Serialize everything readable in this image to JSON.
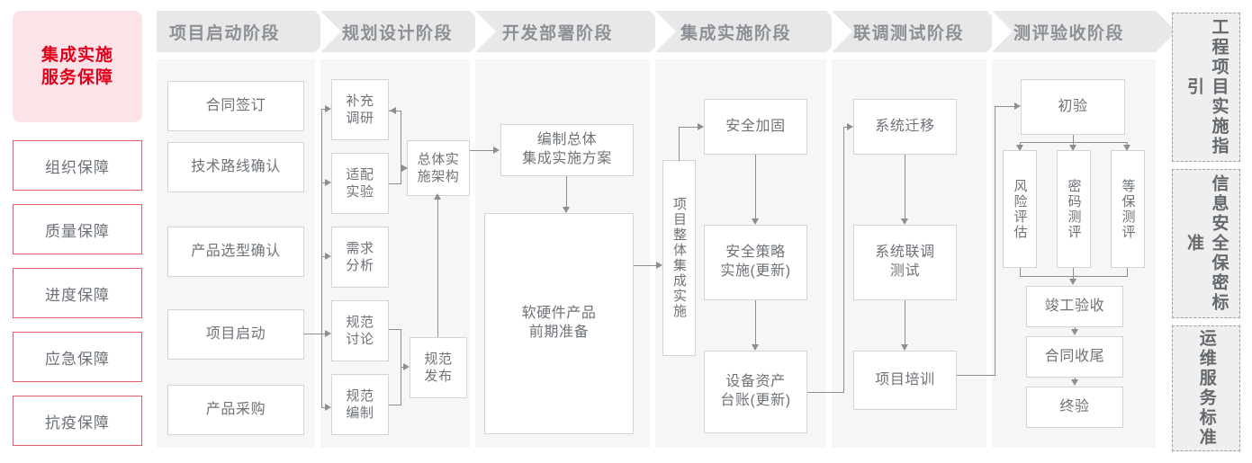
{
  "brand": {
    "title_line1": "集成实施",
    "title_line2": "服务保障",
    "accent": "#e3001b",
    "bg": "#fbe3e7"
  },
  "guarantees": [
    {
      "label": "组织保障"
    },
    {
      "label": "质量保障"
    },
    {
      "label": "进度保障"
    },
    {
      "label": "应急保障"
    },
    {
      "label": "抗疫保障"
    }
  ],
  "stages": [
    {
      "id": "initiation",
      "title": "项目启动阶段",
      "nodes": [
        {
          "id": "contract-signing",
          "label": "合同签订"
        },
        {
          "id": "tech-route-confirm",
          "label": "技术路线确认"
        },
        {
          "id": "product-selection-confirm",
          "label": "产品选型确认"
        },
        {
          "id": "project-kickoff",
          "label": "项目启动"
        },
        {
          "id": "product-procurement",
          "label": "产品采购"
        }
      ]
    },
    {
      "id": "planning-design",
      "title": "规划设计阶段",
      "nodes": [
        {
          "id": "supplementary-research",
          "label": "补充\n调研"
        },
        {
          "id": "adaptation-experiment",
          "label": "适配\n实验"
        },
        {
          "id": "requirement-analysis",
          "label": "需求\n分析"
        },
        {
          "id": "spec-discussion",
          "label": "规范\n讨论"
        },
        {
          "id": "spec-drafting",
          "label": "规范\n编制"
        },
        {
          "id": "overall-architecture",
          "label": "总体实\n施架构"
        },
        {
          "id": "spec-release",
          "label": "规范\n发布"
        }
      ]
    },
    {
      "id": "development-deployment",
      "title": "开发部署阶段",
      "nodes": [
        {
          "id": "compile-overall-plan",
          "label": "编制总体\n集成实施方案"
        },
        {
          "id": "hw-sw-preparation",
          "label": "软硬件产品\n前期准备"
        }
      ]
    },
    {
      "id": "integration-implementation",
      "title": "集成实施阶段",
      "nodes": [
        {
          "id": "overall-integration",
          "label": "项目整体集成实施"
        },
        {
          "id": "security-hardening",
          "label": "安全加固"
        },
        {
          "id": "security-policy-update",
          "label": "安全策略\n实施(更新)"
        },
        {
          "id": "asset-ledger-update",
          "label": "设备资产\n台账(更新)"
        }
      ]
    },
    {
      "id": "joint-debug-test",
      "title": "联调测试阶段",
      "nodes": [
        {
          "id": "system-migration",
          "label": "系统迁移"
        },
        {
          "id": "joint-debug-testing",
          "label": "系统联调\n测试"
        },
        {
          "id": "project-training",
          "label": "项目培训"
        }
      ]
    },
    {
      "id": "evaluation-acceptance",
      "title": "测评验收阶段",
      "nodes": [
        {
          "id": "preliminary-acceptance",
          "label": "初验"
        },
        {
          "id": "risk-assessment",
          "label": "风险评估"
        },
        {
          "id": "crypto-evaluation",
          "label": "密码测评"
        },
        {
          "id": "mlps-evaluation",
          "label": "等保测评"
        },
        {
          "id": "completion-acceptance",
          "label": "竣工验收"
        },
        {
          "id": "contract-closeout",
          "label": "合同收尾"
        },
        {
          "id": "final-acceptance",
          "label": "终验"
        }
      ]
    }
  ],
  "standards": [
    {
      "id": "engineering-guideline",
      "label": "工程项目实施指引"
    },
    {
      "id": "infosec-standard",
      "label": "信息安全保密标准"
    },
    {
      "id": "om-service-standard",
      "label": "运维服务标准"
    }
  ]
}
